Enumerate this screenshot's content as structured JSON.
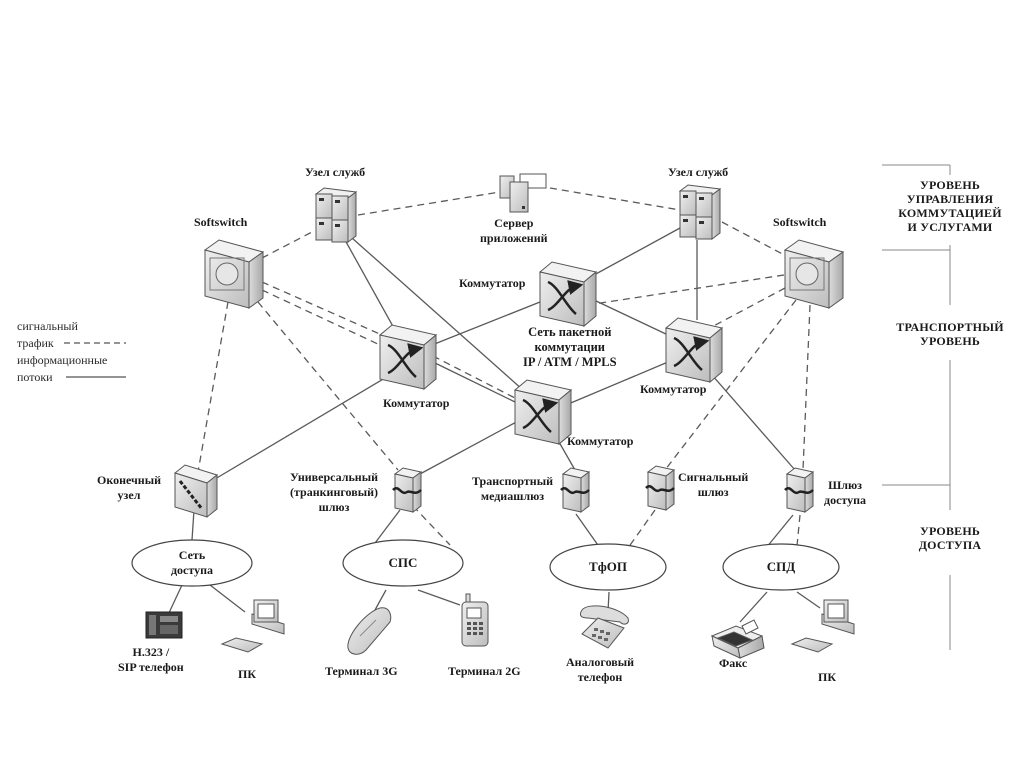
{
  "diagram": {
    "title": "",
    "layers": [
      {
        "id": "control",
        "label_lines": [
          "УРОВЕНЬ",
          "УПРАВЛЕНИЯ",
          "КОММУТАЦИЕЙ",
          "И УСЛУГАМИ"
        ]
      },
      {
        "id": "transport",
        "label_lines": [
          "ТРАНСПОРТНЫЙ",
          "УРОВЕНЬ"
        ]
      },
      {
        "id": "access",
        "label_lines": [
          "УРОВЕНЬ",
          "ДОСТУПА"
        ]
      }
    ],
    "legend": {
      "signal_line1": "сигнальный",
      "signal_line2": "трафик",
      "info_line1": "информационные",
      "info_line2": "потоки",
      "signal_style": "dashed",
      "info_style": "solid"
    },
    "nodes": {
      "softswitch_left": {
        "label": "Softswitch",
        "type": "softswitch"
      },
      "service_node_left": {
        "label": "Узел служб",
        "type": "server-rack"
      },
      "app_server": {
        "label_lines": [
          "Сервер",
          "приложений"
        ],
        "type": "app-server"
      },
      "service_node_right": {
        "label": "Узел служб",
        "type": "server-rack"
      },
      "softswitch_right": {
        "label": "Softswitch",
        "type": "softswitch"
      },
      "switch_top": {
        "label": "Коммутатор",
        "type": "switch"
      },
      "switch_left": {
        "label": "Коммутатор",
        "type": "switch"
      },
      "switch_center": {
        "label": "Коммутатор",
        "type": "switch"
      },
      "switch_right": {
        "label": "Коммутатор",
        "type": "switch"
      },
      "packet_network": {
        "label_lines": [
          "Сеть пакетной",
          "коммутации",
          "IP / ATM / MPLS"
        ]
      },
      "end_node": {
        "label_lines": [
          "Оконечный",
          "узел"
        ],
        "type": "end-node"
      },
      "universal_gateway": {
        "label_lines": [
          "Универсальный",
          "(транкинговый)",
          "шлюз"
        ],
        "type": "gateway"
      },
      "transport_media_gateway": {
        "label_lines": [
          "Транспортный",
          "медиашлюз"
        ],
        "type": "gateway"
      },
      "signal_gateway": {
        "label_lines": [
          "Сигнальный",
          "шлюз"
        ],
        "type": "gateway"
      },
      "access_gateway": {
        "label_lines": [
          "Шлюз",
          "доступа"
        ],
        "type": "gateway"
      }
    },
    "networks": [
      {
        "id": "access_net",
        "label_lines": [
          "Сеть",
          "доступа"
        ]
      },
      {
        "id": "sps",
        "label_lines": [
          "СПС"
        ]
      },
      {
        "id": "tfop",
        "label_lines": [
          "ТфОП"
        ]
      },
      {
        "id": "spd",
        "label_lines": [
          "СПД"
        ]
      }
    ],
    "terminals": {
      "sip_phone": {
        "label_lines": [
          "H.323 /",
          "SIP телефон"
        ],
        "type": "ip-phone"
      },
      "pc_left": {
        "label_lines": [
          "ПК"
        ],
        "type": "pc"
      },
      "terminal_3g": {
        "label_lines": [
          "Терминал 3G"
        ],
        "type": "mobile-3g"
      },
      "terminal_2g": {
        "label_lines": [
          "Терминал 2G"
        ],
        "type": "mobile-2g"
      },
      "analog_phone": {
        "label_lines": [
          "Аналоговый",
          "телефон"
        ],
        "type": "analog-phone"
      },
      "fax": {
        "label_lines": [
          "Факс"
        ],
        "type": "fax"
      },
      "pc_right": {
        "label_lines": [
          "ПК"
        ],
        "type": "pc"
      }
    },
    "colors": {
      "line": "#555555",
      "device_face": "#d9d9d9",
      "device_side": "#b8b8b8",
      "device_top": "#eeeeee",
      "text": "#1a1a1a"
    }
  }
}
